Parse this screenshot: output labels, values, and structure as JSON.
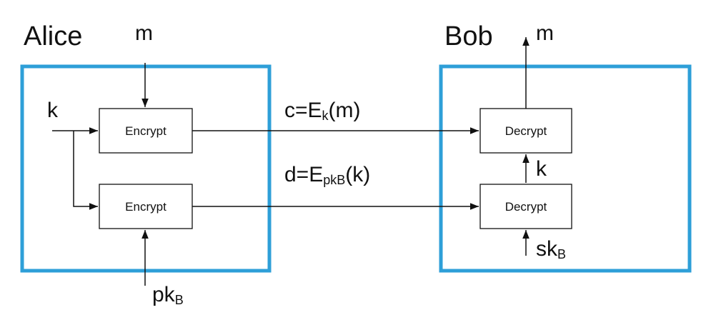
{
  "parties": {
    "alice": "Alice",
    "bob": "Bob"
  },
  "boxes": {
    "encrypt_top": "Encrypt",
    "encrypt_bottom": "Encrypt",
    "decrypt_top": "Decrypt",
    "decrypt_bottom": "Decrypt"
  },
  "inputs": {
    "m_in": "m",
    "k_in": "k",
    "pk_in_main": "pk",
    "pk_in_sub": "B"
  },
  "outputs": {
    "m_out": "m",
    "k_mid": "k",
    "sk_in_main": "sk",
    "sk_in_sub": "B"
  },
  "channels": {
    "c_prefix": "c=E",
    "c_sub": "k",
    "c_suffix": "(m)",
    "d_prefix": "d=E",
    "d_sub": "pkB",
    "d_suffix": "(k)"
  },
  "colors": {
    "frame": "#2e9fd8",
    "line": "#111111"
  }
}
